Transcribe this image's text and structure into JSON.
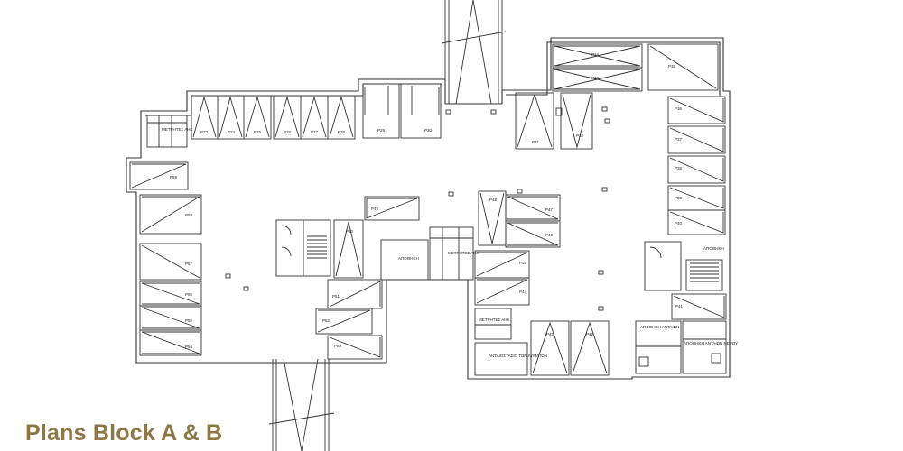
{
  "page": {
    "title": "Plans Block A & B"
  },
  "colors": {
    "title": "#8d7744",
    "walls": "#333333"
  },
  "parking_labels": {
    "p23": "P23",
    "p24": "P24",
    "p25": "P25",
    "p26": "P26",
    "p27": "P27",
    "p28": "P28",
    "p29": "P29",
    "p30": "P30",
    "p31": "P31",
    "p32": "P32",
    "p33": "P33",
    "p34": "P34",
    "p35": "P35",
    "p36": "P36",
    "p37": "P37",
    "p38": "P38",
    "p39": "P39",
    "p40": "P40",
    "p41": "P41",
    "p42": "P42",
    "p43": "P43",
    "p44": "P44",
    "p45": "P45",
    "p46": "P46",
    "p47": "P47",
    "p48": "P48",
    "p49": "P49",
    "p50": "P50",
    "p51": "P51",
    "p52": "P52",
    "p53": "P53",
    "p54": "P54",
    "p55": "P55",
    "p56": "P56",
    "p57": "P57",
    "p58": "P58",
    "p59": "P59"
  },
  "room_labels": {
    "storage_center": "ΑΠΟΘΗΚΗ",
    "storage_right": "ΑΠΟΘΗΚΗ",
    "meters_left": "ΜΕΤΡΗΤΕΣ ΑΗΚ",
    "meters_center": "ΜΕΤΡΗΤΕΣ ΑΗΚ",
    "meters_lower": "ΜΕΤΡΗΤΕΣ ΑΗΚ",
    "sewage_pump": "ΑΝΤΛΙΟΣΤΑΣΙΟ ΤΩΝ ΛΥΜΑΤΩΝ",
    "pump_a": "ΑΠΟΘΗΚΗ ΑΝΤΛΙΩΝ",
    "pump_b": "ΑΠΟΘΗΚΗ ΑΝΤΛΙΩΝ ΝΕΡΟΥ"
  }
}
